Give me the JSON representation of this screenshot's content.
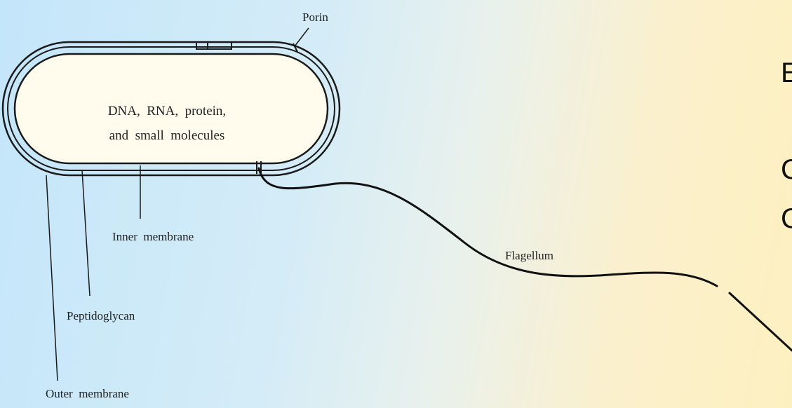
{
  "diagram": {
    "cell_contents_line1": "DNA,  RNA,  protein,",
    "cell_contents_line2": "and  small  molecules",
    "labels": {
      "porin": "Porin",
      "inner_membrane": "Inner  membrane",
      "peptidoglycan": "Peptidoglycan",
      "outer_membrane": "Outer  membrane",
      "flagellum": "Flagellum"
    }
  },
  "side_text": {
    "line1": "E",
    "line2": "C",
    "line3": "C"
  },
  "colors": {
    "cell_fill": "#fffcee",
    "stroke": "#1a1a1a",
    "text": "#222222"
  }
}
